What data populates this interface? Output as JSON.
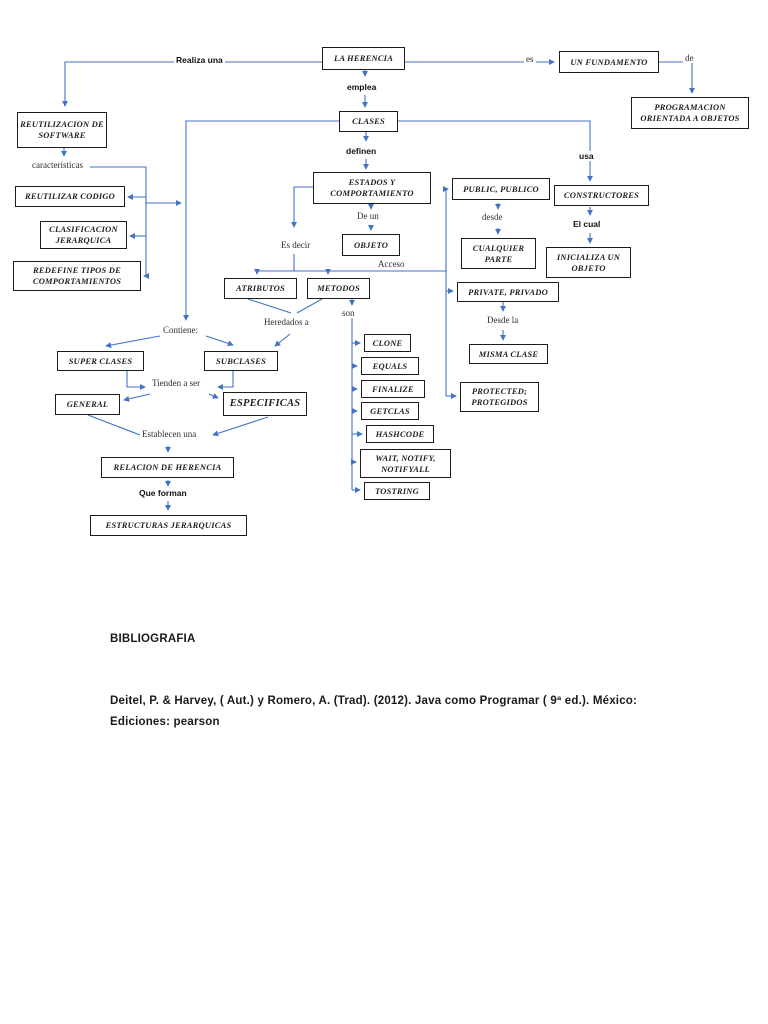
{
  "diagram": {
    "line_color": "#4472C4",
    "nodes": {
      "la_herencia": "LA HERENCIA",
      "un_fundamento": "UN FUNDAMENTO",
      "programacion_oo": "PROGRAMACION ORIENTADA A OBJETOS",
      "reutilizacion_software": "REUTILIZACION DE SOFTWARE",
      "clases": "CLASES",
      "reutilizar_codigo": "REUTILIZAR CODIGO",
      "clasificacion_jerarquica": "CLASIFICACION JERARQUICA",
      "redefine_tipos": "REDEFINE TIPOS DE COMPORTAMIENTOS",
      "estados_comportamiento": "ESTADOS Y COMPORTAMIENTO",
      "objeto": "OBJETO",
      "atributos": "ATRIBUTOS",
      "metodos": "METODOS",
      "public_publico": "PUBLIC, PUBLICO",
      "cualquier_parte": "CUALQUIER PARTE",
      "private_privado": "PRIVATE, PRIVADO",
      "misma_clase": "MISMA CLASE",
      "protected_protegidos": "PROTECTED; PROTEGIDOS",
      "constructores": "CONSTRUCTORES",
      "inicializa_objeto": "INICIALIZA UN OBJETO",
      "clone": "CLONE",
      "equals": "EQUALS",
      "finalize": "FINALIZE",
      "getclas": "GETCLAS",
      "hashcode": "HASHCODE",
      "wait_notify": "WAIT, NOTIFY, NOTIFYALL",
      "tostring": "TOSTRING",
      "super_clases": "SUPER CLASES",
      "subclases": "SUBCLASES",
      "general": "GENERAL",
      "especificas": "ESPECIFICAS",
      "relacion_herencia": "RELACION DE HERENCIA",
      "estructuras_jerarquicas": "ESTRUCTURAS JERARQUICAS"
    },
    "labels": {
      "realiza_una": "Realiza una",
      "es": "es",
      "de": "de",
      "emplea": "emplea",
      "definen": "definen",
      "usa": "usa",
      "caracteristicas": "características",
      "de_un": "De un",
      "es_decir": "Es decir",
      "acceso": "Acceso",
      "desde": "desde",
      "desde_la": "Desde la",
      "el_cual": "El cual",
      "heredados_a": "Heredados a",
      "son": "son",
      "contiene": "Contiene:",
      "tienden_a_ser": "Tienden a ser",
      "establecen_una": "Establecen una",
      "que_forman": "Que forman"
    }
  },
  "bibliography": {
    "heading": "BIBLIOGRAFIA",
    "line1": "Deitel, P. & Harvey, ( Aut.) y Romero, A. (Trad). (2012). Java como Programar ( 9ª ed.). México:",
    "line2": "Ediciones: pearson"
  }
}
